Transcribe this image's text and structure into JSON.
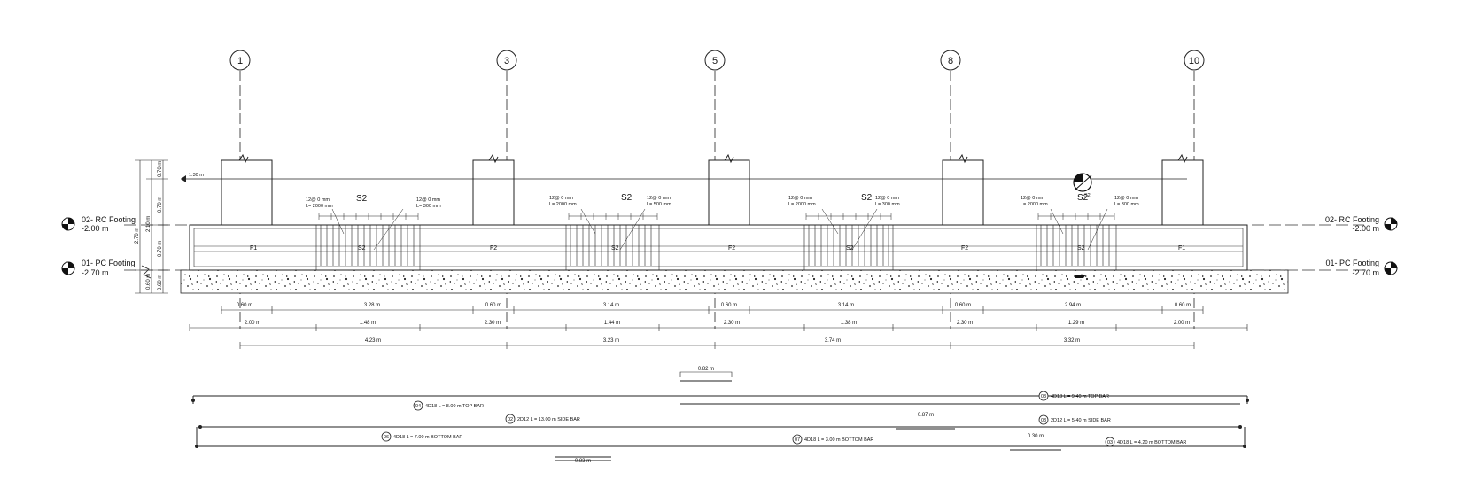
{
  "grid_lines": [
    "1",
    "3",
    "5",
    "8",
    "10"
  ],
  "levels": {
    "rc_footing": {
      "name": "02- RC Footing",
      "value": "-2.00 m"
    },
    "pc_footing": {
      "name": "01- PC Footing",
      "value": "-2.70 m"
    }
  },
  "left_note": "1.30 m",
  "vertical_dims": {
    "total": "2.70 m",
    "outer": [
      "2.10 m",
      "0.60 m"
    ],
    "inner": [
      "0.70 m",
      "0.70 m",
      "0.70 m",
      "0.60 m"
    ]
  },
  "footings": [
    "F1",
    "F2",
    "F2",
    "F2",
    "F1"
  ],
  "strips": [
    "S2",
    "S2",
    "S2",
    "S2"
  ],
  "strip_marks": [
    "S2",
    "S2",
    "S2",
    "S2"
  ],
  "bar_notes": [
    {
      "line1": "12@ 0 mm",
      "line2": "L= 2000 mm"
    },
    {
      "line1": "12@ 0 mm",
      "line2": "L= 300 mm"
    },
    {
      "line1": "12@ 0 mm",
      "line2": "L= 2000 mm"
    },
    {
      "line1": "12@ 0 mm",
      "line2": "L= 500 mm"
    },
    {
      "line1": "12@ 0 mm",
      "line2": "L= 2000 mm"
    },
    {
      "line1": "12@ 0 mm",
      "line2": "L= 300 mm"
    },
    {
      "line1": "12@ 0 mm",
      "line2": "L= 2000 mm"
    },
    {
      "line1": "12@ 0 mm",
      "line2": "L= 300 mm"
    }
  ],
  "section_mark": "S2",
  "dim_rows": {
    "row1": [
      "0.60 m",
      "3.28 m",
      "0.60 m",
      "3.14 m",
      "0.60 m",
      "3.14 m",
      "0.60 m",
      "2.94 m",
      "0.60 m"
    ],
    "row2": [
      "2.00 m",
      "1.48 m",
      "2.30 m",
      "1.44 m",
      "2.30 m",
      "1.38 m",
      "2.30 m",
      "1.29 m",
      "2.00 m"
    ],
    "row3": [
      "4.23 m",
      "3.23 m",
      "3.74 m",
      "3.32 m"
    ]
  },
  "schedule": {
    "top_dim": "0.82 m",
    "bars": [
      {
        "tag": "04",
        "label": "4D18 L = 8.00 m TOP BAR"
      },
      {
        "tag": "03",
        "label": "4D18 L = 9.40 m TOP BAR"
      },
      {
        "tag": "02",
        "label": "2D12 L = 13.00 m SIDE BAR"
      },
      {
        "tag": "03",
        "label": "2D12 L = 5.40 m SIDE BAR"
      },
      {
        "tag": "06",
        "label": "4D18 L = 7.00 m BOTTOM BAR"
      },
      {
        "tag": "07",
        "label": "4D18 L = 3.00 m BOTTOM BAR"
      },
      {
        "tag": "03",
        "label": "4D18 L = 4.20 m BOTTOM BAR"
      }
    ],
    "small_dims": [
      "0.87 m",
      "0.30 m",
      "0.83 m"
    ]
  }
}
